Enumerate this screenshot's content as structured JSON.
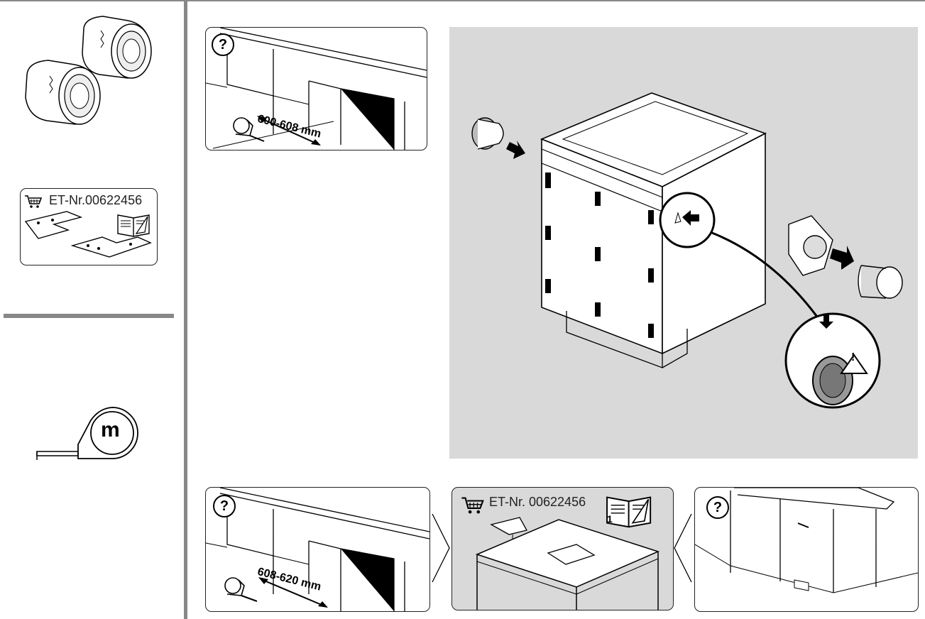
{
  "sidebar": {
    "part_number": "ET-Nr.00622456",
    "tape_symbol": "m"
  },
  "top_panel": {
    "help_symbol": "?",
    "measurement": "600-608 mm"
  },
  "bottom_row": {
    "left_panel": {
      "help_symbol": "?",
      "measurement": "608-620 mm"
    },
    "middle_panel": {
      "part_number": "ET-Nr. 00622456",
      "manual_page": "1"
    },
    "right_panel": {
      "help_symbol": "?"
    }
  },
  "main_illustration": {
    "warning_symbol": "!"
  },
  "colors": {
    "panel_gray": "#d9d9d9",
    "divider_gray": "#888888",
    "line": "#000000"
  }
}
